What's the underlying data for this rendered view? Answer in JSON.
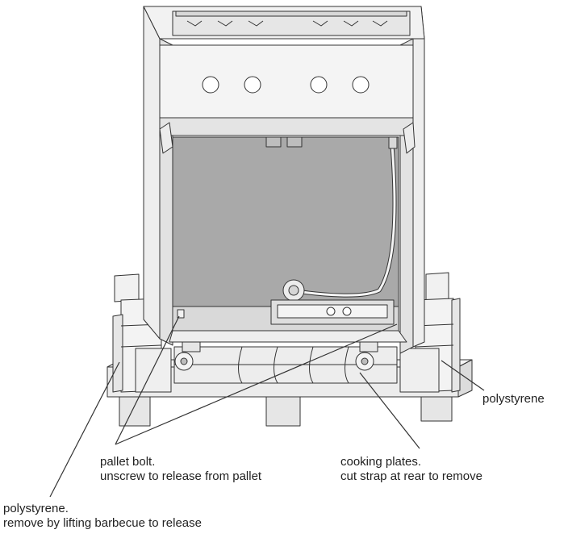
{
  "callouts": {
    "polystyrene_right": {
      "text": "polystyrene"
    },
    "pallet_bolt": {
      "title": "pallet bolt.",
      "detail": "unscrew to release from pallet"
    },
    "cooking_plates": {
      "title": "cooking plates.",
      "detail": "cut strap at rear to remove"
    },
    "polystyrene_left": {
      "title": "polystyrene.",
      "detail": "remove by lifting barbecue to release"
    }
  },
  "colors": {
    "line": "#333333",
    "panel_light": "#f2f2f2",
    "panel_mid": "#e4e4e4",
    "interior": "#a9a9a9",
    "pallet": "#ebebeb",
    "polystyrene": "#f0f0f0"
  }
}
